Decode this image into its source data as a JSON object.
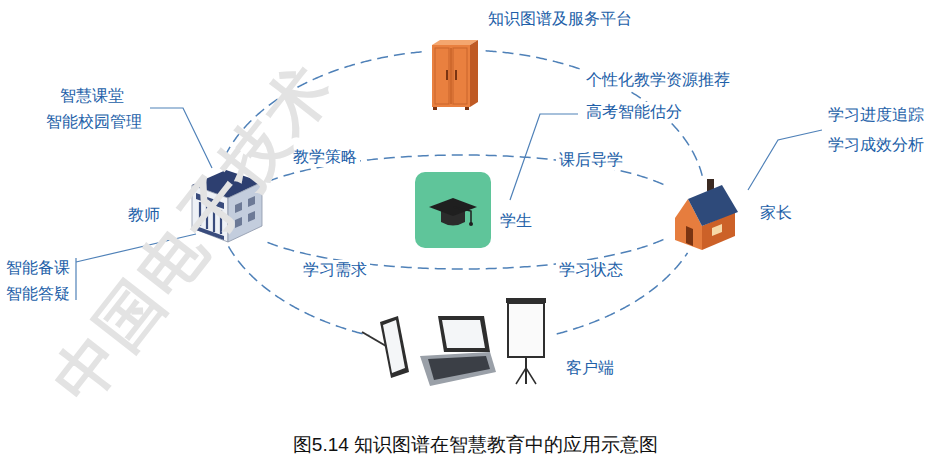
{
  "diagram": {
    "caption": "图5.14 知识图谱在智慧教育中的应用示意图",
    "nodes": [
      {
        "text": [
          "知识图谱及服务平台"
        ]
      },
      {
        "text": [
          "教师"
        ]
      },
      {
        "text": [
          "学生"
        ]
      },
      {
        "text": [
          "家长"
        ]
      },
      {
        "text": [
          "客户端"
        ]
      }
    ],
    "edges": [
      {
        "from": 0,
        "to": 1,
        "arrow": "none"
      },
      {
        "from": 0,
        "to": 3,
        "arrow": "none"
      },
      {
        "from": 1,
        "to": 4,
        "arrow": "none"
      },
      {
        "from": 4,
        "to": 3,
        "arrow": "none"
      },
      {
        "from": 1,
        "to": 3,
        "arrow": "none"
      },
      {
        "from": 1,
        "to": 3,
        "arrow": "none"
      }
    ],
    "labels": [
      "智慧课堂",
      "智能校园管理",
      "智能备课",
      "智能答疑",
      "个性化教学资源推荐",
      "高考智能估分",
      "学习进度追踪",
      "学习成效分析",
      "教学策略",
      "课后导学",
      "学习需求",
      "学习状态",
      "中国电子技术"
    ]
  }
}
